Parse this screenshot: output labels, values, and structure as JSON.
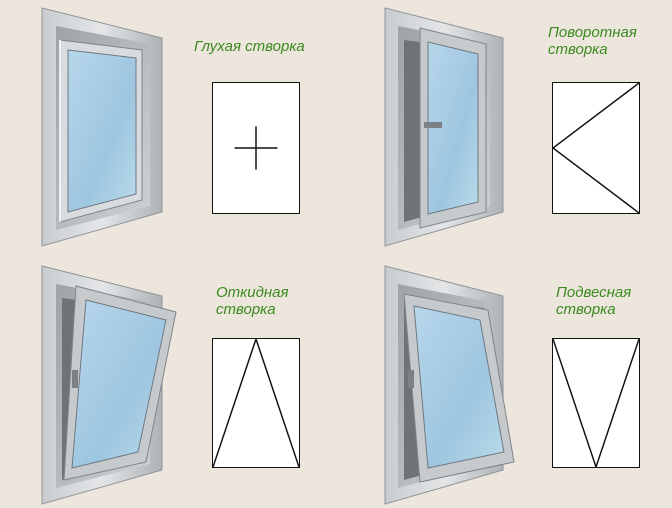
{
  "panels": [
    {
      "id": "fixed",
      "title_line1": "Глухая створка",
      "title_line2": ""
    },
    {
      "id": "turn",
      "title_line1": "Поворотная",
      "title_line2": "створка"
    },
    {
      "id": "tilt",
      "title_line1": "Откидная",
      "title_line2": "створка"
    },
    {
      "id": "hopper",
      "title_line1": "Подвесная",
      "title_line2": "створка"
    }
  ],
  "colors": {
    "background": "#ede6dc",
    "label_text": "#3a8a1f",
    "frame": "#b9bdc1",
    "frame_shadow": "#8f9499",
    "glass": "#a9cde4",
    "symbol_line": "#111111"
  },
  "icons": [
    "fixed-sash-window-icon",
    "turn-sash-window-icon",
    "tilt-sash-window-icon",
    "hopper-sash-window-icon"
  ]
}
